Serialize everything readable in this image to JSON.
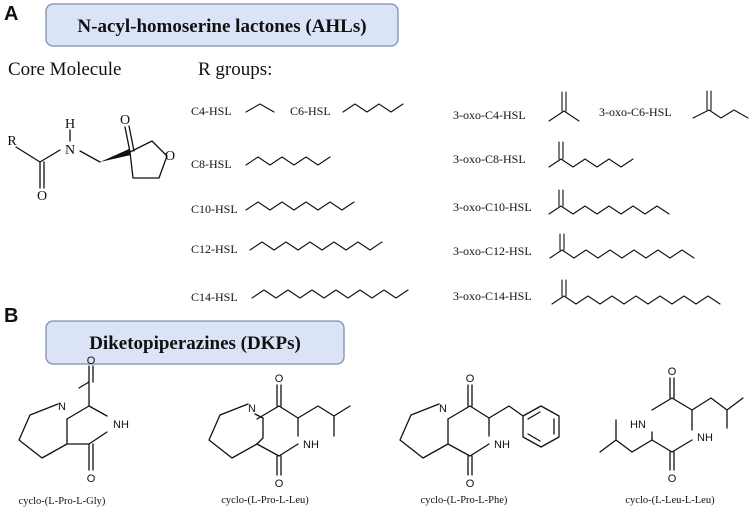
{
  "panels": {
    "a": "A",
    "b": "B"
  },
  "ahl": {
    "title": "N-acyl-homoserine lactones (AHLs)",
    "core_heading": "Core Molecule",
    "r_heading": "R groups:",
    "core_atoms": {
      "r": "R",
      "h": "H",
      "n": "N",
      "o_carbonyl": "O",
      "o_ring": "O",
      "o_amide": "O"
    },
    "labels": {
      "c4": "C4-HSL",
      "c6": "C6-HSL",
      "c8": "C8-HSL",
      "c10": "C10-HSL",
      "c12": "C12-HSL",
      "c14": "C14-HSL",
      "oxo_c4": "3-oxo-C4-HSL",
      "oxo_c6": "3-oxo-C6-HSL",
      "oxo_c8": "3-oxo-C8-HSL",
      "oxo_c10": "3-oxo-C10-HSL",
      "oxo_c12": "3-oxo-C12-HSL",
      "oxo_c14": "3-oxo-C14-HSL"
    }
  },
  "dkp": {
    "title": "Diketopiperazines (DKPs)",
    "atoms": {
      "o": "O",
      "n": "N",
      "nh": "NH",
      "hn": "HN"
    },
    "captions": {
      "gly": "cyclo-(L-Pro-L-Gly)",
      "leu": "cyclo-(L-Pro-L-Leu)",
      "phe": "cyclo-(L-Pro-L-Phe)",
      "leuleu": "cyclo-(L-Leu-L-Leu)"
    }
  }
}
